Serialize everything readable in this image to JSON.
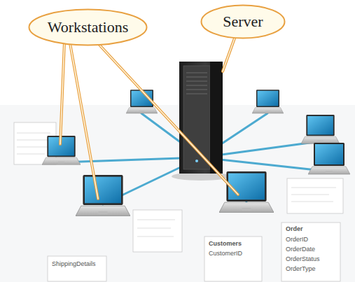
{
  "diagram": {
    "nodes": [
      {
        "text": [
          "Workstations"
        ]
      },
      {
        "text": [
          "Server"
        ]
      }
    ],
    "labels": [
      "Customers",
      "CustomerID",
      "Order",
      "OrderID",
      "OrderDate",
      "OrderStatus",
      "OrderType",
      "ShippingDetails"
    ]
  }
}
